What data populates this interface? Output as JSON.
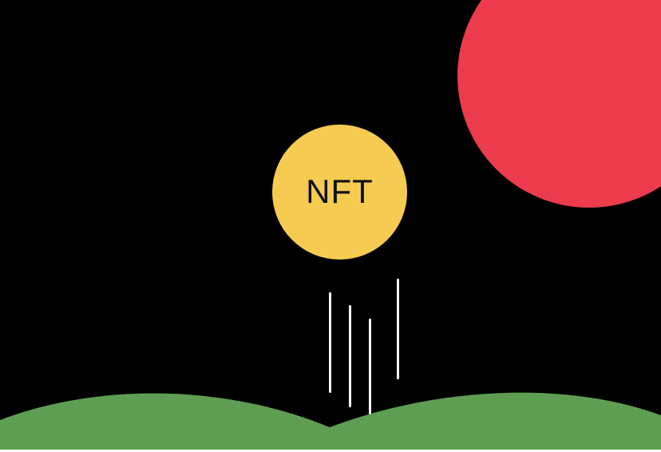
{
  "coin": {
    "label": "NFT"
  },
  "colors": {
    "background": "#000000",
    "sun": "#EC3B4C",
    "coin": "#F6CB51",
    "motion_lines": "#FFFFFF",
    "hills": "#5E9E52",
    "ground_edge": "#FFFFFF"
  },
  "icons": {
    "sun": "red-circle",
    "coin": "yellow-circle",
    "motion": "falling-motion-lines",
    "ground": "green-hills"
  }
}
